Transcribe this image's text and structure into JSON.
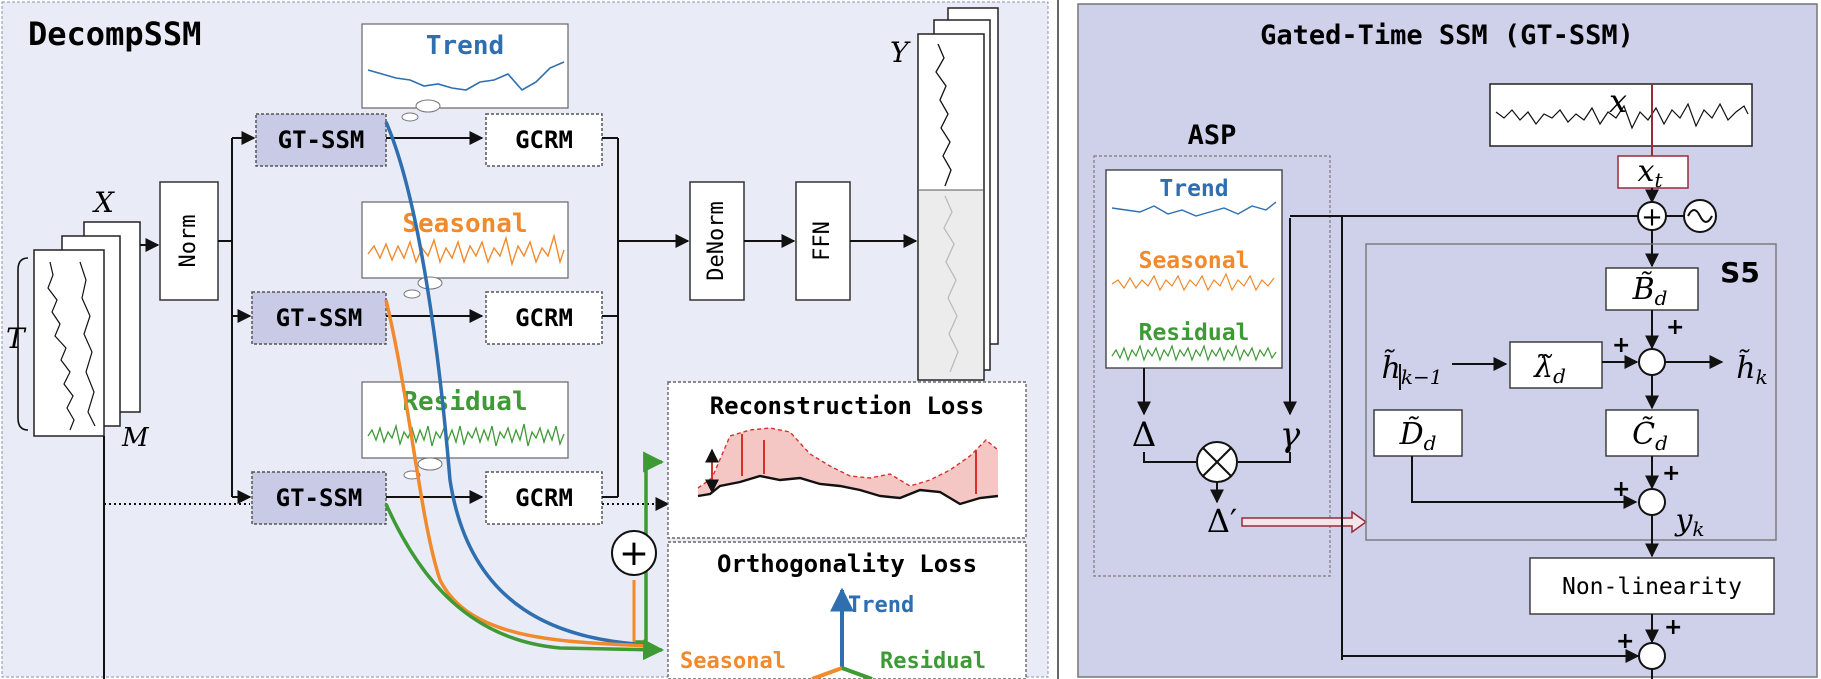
{
  "left_panel": {
    "title": "DecompSSM",
    "input_label": "X",
    "time_dim": "T",
    "var_dim": "M",
    "norm": "Norm",
    "gtssm": [
      "GT-SSM",
      "GT-SSM",
      "GT-SSM"
    ],
    "gcrm": [
      "GCRM",
      "GCRM",
      "GCRM"
    ],
    "components": [
      "Trend",
      "Seasonal",
      "Residual"
    ],
    "denorm": "DeNorm",
    "ffn": "FFN",
    "output_label": "Y",
    "recon_loss": "Reconstruction Loss",
    "ortho_loss": "Orthogonality Loss",
    "axis_trend": "Trend",
    "axis_seasonal": "Seasonal",
    "axis_residual": "Residual",
    "plus": "+"
  },
  "right_panel": {
    "title": "Gated-Time SSM (GT-SSM)",
    "asp": "ASP",
    "asp_components": [
      "Trend",
      "Seasonal",
      "Residual"
    ],
    "x": "x",
    "delta": "Δ",
    "gamma": "γ",
    "delta_prime": "Δ′",
    "s5": "S5",
    "nonlinearity": "Non-linearity",
    "xt_main": "x",
    "xt_sub": "t",
    "B_main": "B̃",
    "B_sub": "d",
    "lambda_main": "λ̃",
    "lambda_sub": "d",
    "C_main": "C̃",
    "C_sub": "d",
    "D_main": "D̃",
    "D_sub": "d",
    "hprev_main": "h̃",
    "hprev_sub": "k−1",
    "hk_main": "h̃",
    "hk_sub": "k",
    "yk_main": "y",
    "yk_sub": "k",
    "plus": "+"
  },
  "colors": {
    "trend": "#2f6fb0",
    "seasonal": "#f08a2c",
    "residual": "#3e9a35",
    "left_bg": "#e9ecf7",
    "right_bg": "#cfd0ea",
    "gtssm_fill": "#c9cbe6",
    "loss_red": "#d9302b"
  }
}
